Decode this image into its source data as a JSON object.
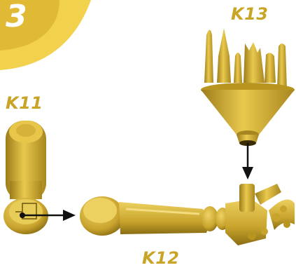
{
  "step": {
    "number": "3"
  },
  "parts": [
    {
      "id": "k11",
      "label": "K11",
      "shape": "upper arm"
    },
    {
      "id": "k12",
      "label": "K12",
      "shape": "forearm with hand"
    },
    {
      "id": "k13",
      "label": "K13",
      "shape": "cone mount"
    }
  ],
  "colors": {
    "badge": "#f2d24c",
    "gold_light": "#e7c64a",
    "gold_mid": "#caa530",
    "gold_dark": "#8a6d14",
    "label_text": "#c9a527",
    "arrow": "#111111"
  },
  "icons": [
    "step-badge",
    "arrow-right-icon",
    "arrow-down-icon"
  ]
}
